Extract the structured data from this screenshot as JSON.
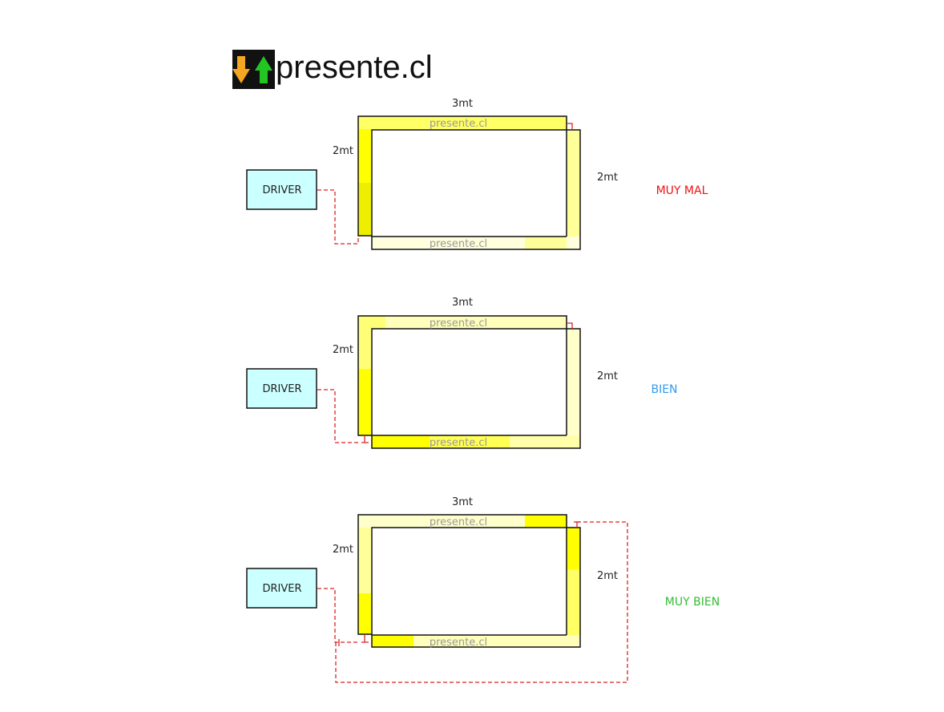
{
  "logo": {
    "text": "presente.cl",
    "down_arrow_color": "#f5a623",
    "up_arrow_color": "#22c522"
  },
  "watermark": "presente.cl",
  "colors": {
    "driver_fill": "#ccffff",
    "wire": "#dd2222",
    "panel_yellow": "#ffff00",
    "panel_pale": "#ffff99"
  },
  "panels": [
    {
      "width_label": "3mt",
      "height_label": "2mt",
      "right_label": "2mt",
      "driver_label": "DRIVER",
      "verdict": "MUY MAL",
      "verdict_color": "#ee1111"
    },
    {
      "width_label": "3mt",
      "height_label": "2mt",
      "right_label": "2mt",
      "driver_label": "DRIVER",
      "verdict": "BIEN",
      "verdict_color": "#3399ee"
    },
    {
      "width_label": "3mt",
      "height_label": "2mt",
      "right_label": "2mt",
      "driver_label": "DRIVER",
      "verdict": "MUY BIEN",
      "verdict_color": "#33bb33"
    }
  ]
}
